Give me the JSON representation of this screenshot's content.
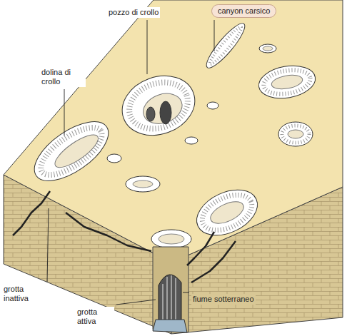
{
  "diagram": {
    "nodes": [
      {
        "text": [
          "canyon carsico"
        ]
      }
    ],
    "labels": [
      "pozzo di crollo",
      "dolina di crollo",
      "grotta inattiva",
      "grotta attiva",
      "fiume sotterraneo"
    ]
  }
}
